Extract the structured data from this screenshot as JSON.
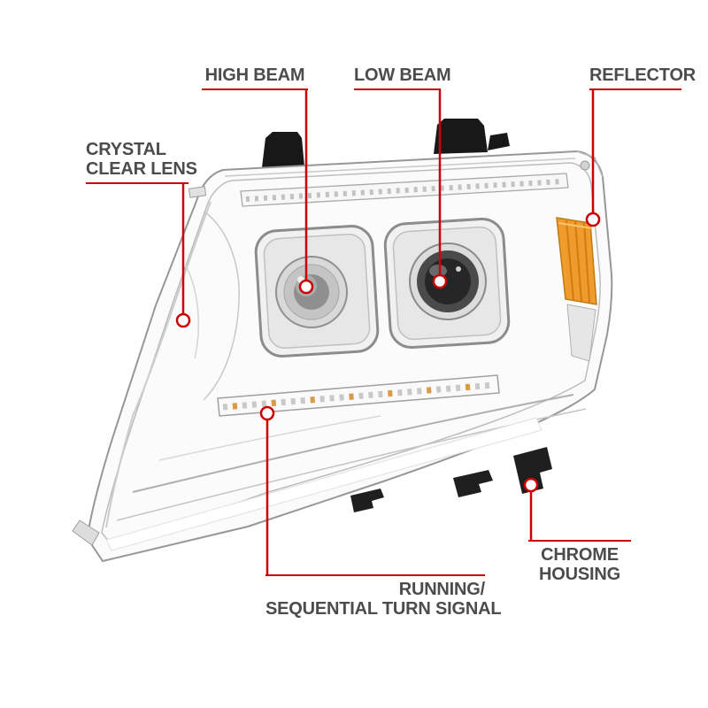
{
  "theme": {
    "accent": "#cc0000",
    "label-color": "#4c4c4c",
    "background": "#ffffff"
  },
  "illustration": {
    "subject": "chrome housing projector headlight assembly, three-quarter view",
    "reflector_color": "#ef9c2d",
    "housing_color": "#f2f2f2"
  },
  "annotations": {
    "high_beam": {
      "label": "HIGH BEAM"
    },
    "low_beam": {
      "label": "LOW BEAM"
    },
    "reflector": {
      "label": "REFLECTOR"
    },
    "crystal_clear_lens": {
      "line1": "CRYSTAL",
      "line2": "CLEAR LENS"
    },
    "chrome_housing": {
      "line1": "CHROME",
      "line2": "HOUSING"
    },
    "running_turn_signal": {
      "line1": "RUNNING/",
      "line2": "SEQUENTIAL TURN SIGNAL"
    }
  }
}
